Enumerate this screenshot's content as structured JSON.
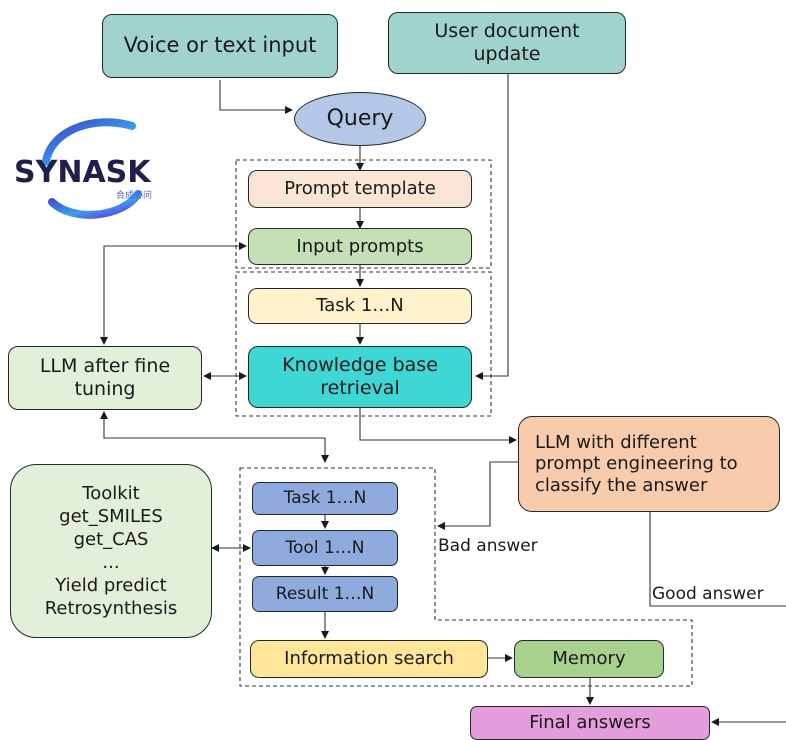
{
  "nodes": {
    "voice_input": "Voice or text input",
    "user_doc": "User document update",
    "query": "Query",
    "prompt_template": "Prompt template",
    "input_prompts": "Input prompts",
    "task_top": "Task 1…N",
    "kb_retrieval": "Knowledge base retrieval",
    "llm_finetune": "LLM after fine tuning",
    "llm_classify": "LLM with different prompt engineering to classify the answer",
    "toolkit": [
      "Toolkit",
      "get_SMILES",
      "get_CAS",
      "...",
      "Yield predict",
      "Retrosynthesis"
    ],
    "task_low": "Task 1…N",
    "tool_low": "Tool 1…N",
    "result_low": "Result 1…N",
    "info_search": "Information search",
    "memory": "Memory",
    "final": "Final answers"
  },
  "labels": {
    "bad": "Bad answer",
    "good": "Good answer"
  },
  "logo": {
    "text": "SYNASK",
    "subtext": "合成必问"
  },
  "colors": {
    "teal_box": "#9fd3cc",
    "query": "#b4c7e7",
    "peach": "#fbe5d6",
    "green": "#c5e0b4",
    "yellow": "#fff2cc",
    "cyan": "#3fd6d6",
    "light_green": "#e2efd9",
    "orange": "#f8cbad",
    "blue_task": "#8faadc",
    "gold": "#ffe699",
    "memory": "#a9d18e",
    "pink": "#e59edd"
  }
}
